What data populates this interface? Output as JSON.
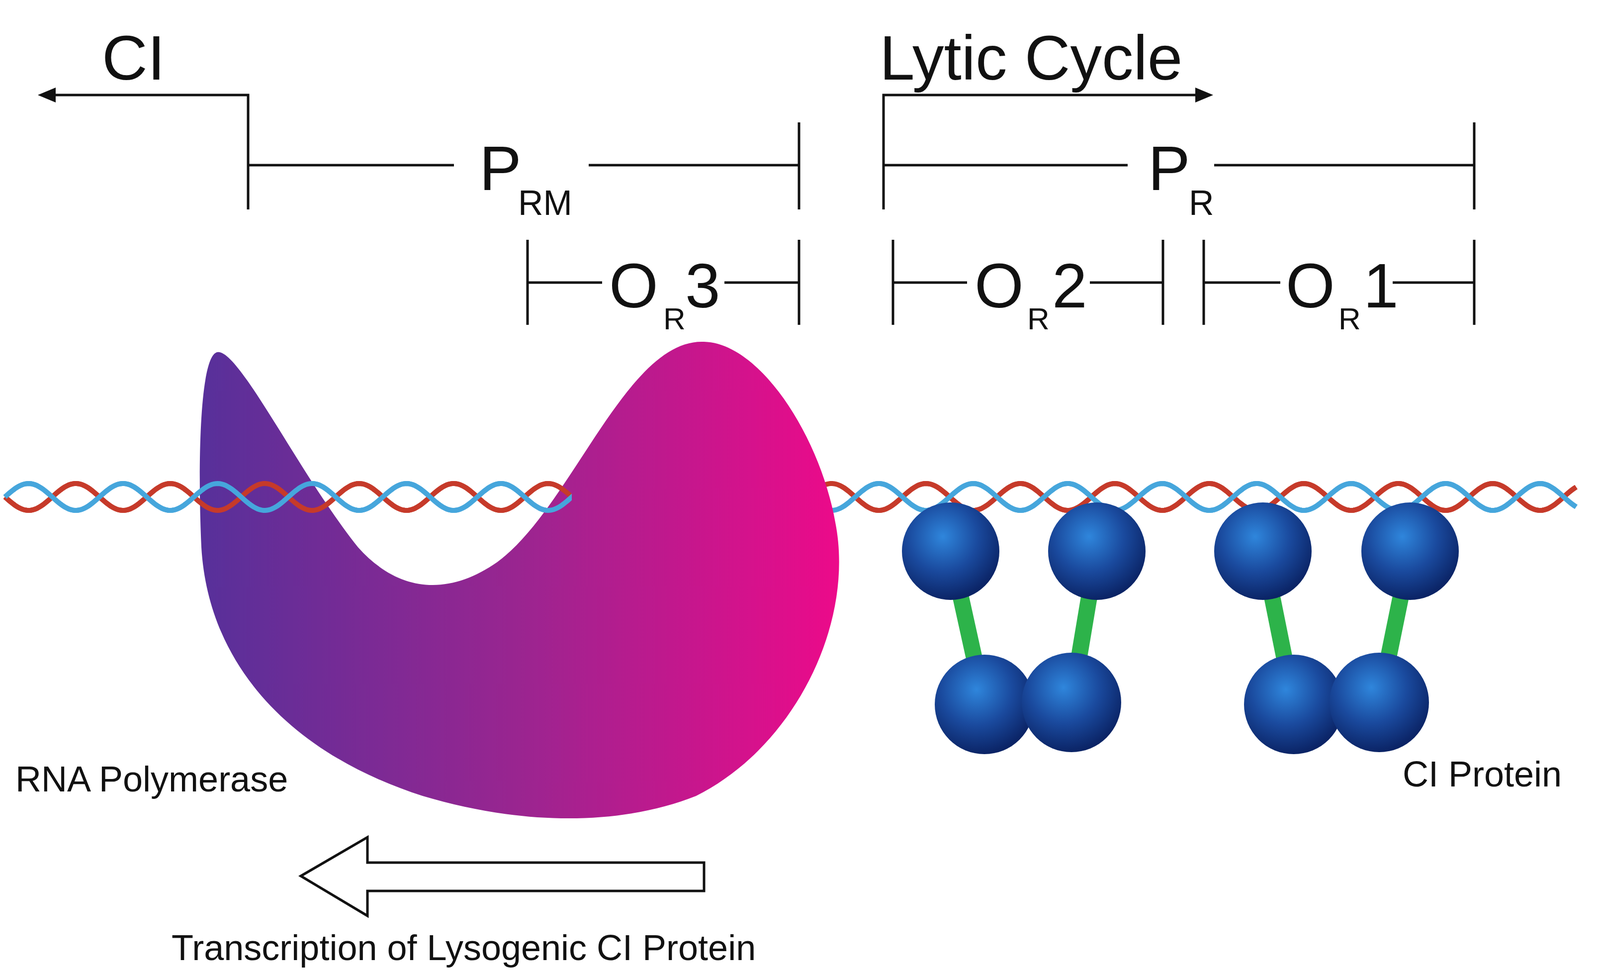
{
  "diagram": {
    "labels": [
      "CI",
      "Lytic Cycle",
      "P",
      "RM",
      "P",
      "R",
      "O",
      "R",
      "3",
      "O",
      "R",
      "2",
      "O",
      "R",
      "1",
      "RNA Polymerase",
      "CI Protein",
      "Transcription of Lysogenic CI Protein"
    ]
  }
}
